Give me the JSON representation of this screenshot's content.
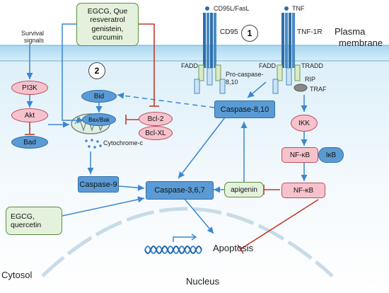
{
  "regions": {
    "plasma_membrane_line1": "Plasma",
    "plasma_membrane_line2": "membrane",
    "cytosol": "Cytosol",
    "nucleus": "Nucleus"
  },
  "receptors": {
    "cd95_ligand": "CD95L/FasL",
    "cd95": "CD95",
    "tnf": "TNF",
    "tnf_receptor": "TNF-1R",
    "fadd_left": "FADD",
    "fadd_right": "FADD",
    "pro_caspase_line1": "Pro-caspase-",
    "pro_caspase_line2": "8,10",
    "tradd": "TRADD",
    "rip": "RIP",
    "traf": "TRAF"
  },
  "pathway_numbers": {
    "one": "1",
    "two": "2"
  },
  "intrinsic": {
    "survival_line1": "Survival",
    "survival_line2": "signals",
    "pi3k": "PI3K",
    "akt": "Akt",
    "bad": "Bad",
    "bid": "Bid",
    "bax_bak": "Bax/Bak",
    "bcl2": "Bcl-2",
    "bclxl": "Bcl-XL",
    "cytochrome_c": "Cytochrome-c",
    "caspase9": "Caspase-9"
  },
  "extrinsic": {
    "caspase_8_10": "Caspase-8,10",
    "caspase_3_6_7": "Caspase-3,6,7",
    "ikk": "IKK",
    "nfkb_top": "NF-κB",
    "ikb": "IκB",
    "nfkb_bottom": "NF-κB",
    "apoptosis": "Apoptosis"
  },
  "compounds": {
    "top_line1": "EGCG, Que",
    "top_line2": "resveratrol",
    "top_line3": "genistein,",
    "top_line4": "curcumin",
    "left_line1": "EGCG,",
    "left_line2": "quercetin",
    "apigenin": "apigenin"
  },
  "colors": {
    "activation_arrow": "#3a86d0",
    "inhibition_line": "#c0392b",
    "protein_blue": "#5b9bd5",
    "protein_pink": "#f6c3cc",
    "compound_green": "#e4f1dc",
    "membrane": "#b9dff4"
  }
}
